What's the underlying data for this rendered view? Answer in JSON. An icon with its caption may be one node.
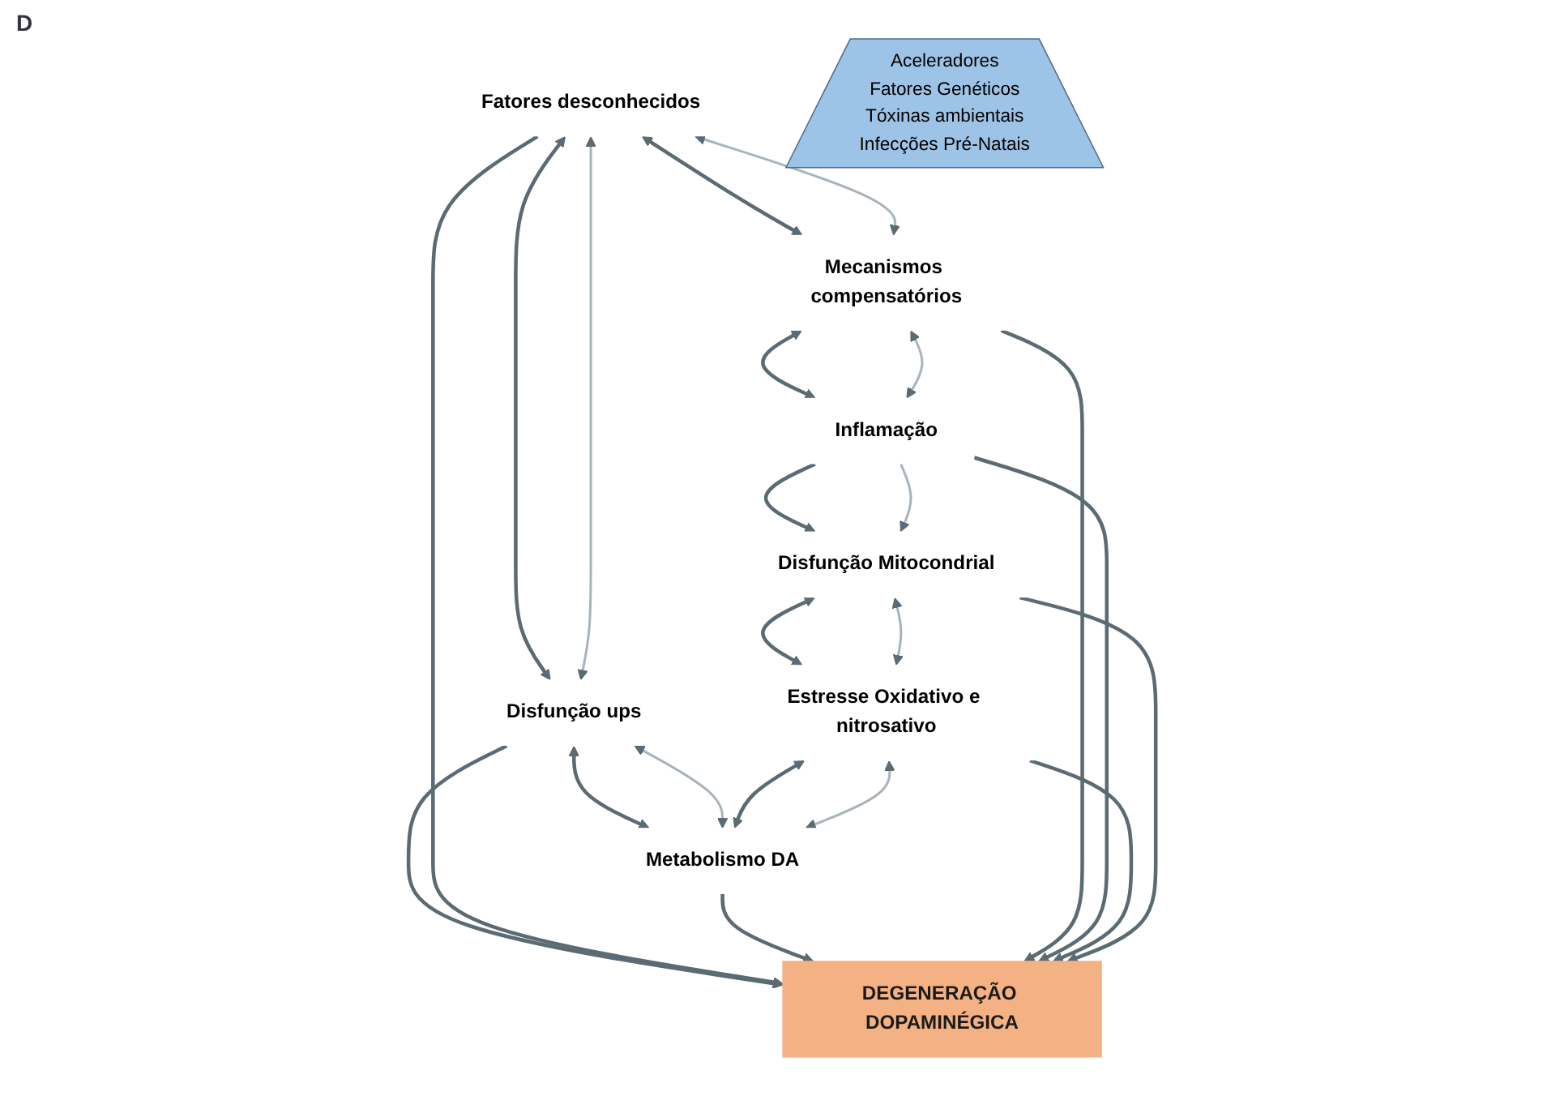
{
  "diagram": {
    "nodes": [
      {
        "text": [
          "Disfunção ups"
        ]
      },
      {
        "text": [
          "Fatores desconhecidos"
        ]
      },
      {
        "text": [
          "Metabolismo DA"
        ]
      },
      {
        "text": [
          "DEGENERAÇÃO DOPAMINÉGICA"
        ]
      },
      {
        "text": [
          "Mecanismos compensatórios"
        ]
      },
      {
        "text": [
          "Inflamação"
        ]
      },
      {
        "text": [
          "Estresse Oxidativo e nitrosativo"
        ]
      },
      {
        "text": [
          "Disfunção Mitocondrial"
        ]
      },
      {
        "text": [
          "Aceleradores",
          "Fatores Genéticos",
          "Tóxinas ambientais",
          "Infecções Pré-Natais"
        ]
      }
    ],
    "edges": [
      {
        "from": 0,
        "to": 3,
        "arrow": "to"
      },
      {
        "from": 1,
        "to": 3,
        "arrow": "to"
      },
      {
        "from": 2,
        "to": 3,
        "arrow": "to"
      },
      {
        "from": 4,
        "to": 3,
        "arrow": "to"
      },
      {
        "from": 5,
        "to": 3,
        "arrow": "to"
      },
      {
        "from": 6,
        "to": 3,
        "arrow": "to"
      },
      {
        "from": 7,
        "to": 3,
        "arrow": "to"
      },
      {
        "from": 1,
        "to": 0,
        "arrow": "both"
      },
      {
        "from": 1,
        "to": 0,
        "arrow": "both",
        "color": "#a8b4bb"
      },
      {
        "from": 0,
        "to": 2,
        "arrow": "both"
      },
      {
        "from": 0,
        "to": 2,
        "arrow": "both",
        "color": "#a8b4bb"
      },
      {
        "from": 1,
        "to": 4,
        "arrow": "both"
      },
      {
        "from": 1,
        "to": 4,
        "arrow": "both",
        "color": "#a8b4bb"
      },
      {
        "from": 4,
        "to": 5,
        "arrow": "both"
      },
      {
        "from": 4,
        "to": 5,
        "arrow": "both",
        "color": "#a8b4bb"
      },
      {
        "from": 5,
        "to": 7,
        "arrow": "to"
      },
      {
        "from": 5,
        "to": 7,
        "arrow": "to",
        "color": "#a8b4bb"
      },
      {
        "from": 7,
        "to": 6,
        "arrow": "both"
      },
      {
        "from": 7,
        "to": 6,
        "arrow": "both",
        "color": "#a8b4bb"
      },
      {
        "from": 6,
        "to": 2,
        "arrow": "both"
      },
      {
        "from": 6,
        "to": 2,
        "arrow": "both",
        "color": "#a8b4bb"
      }
    ],
    "labels": [
      "D"
    ]
  }
}
